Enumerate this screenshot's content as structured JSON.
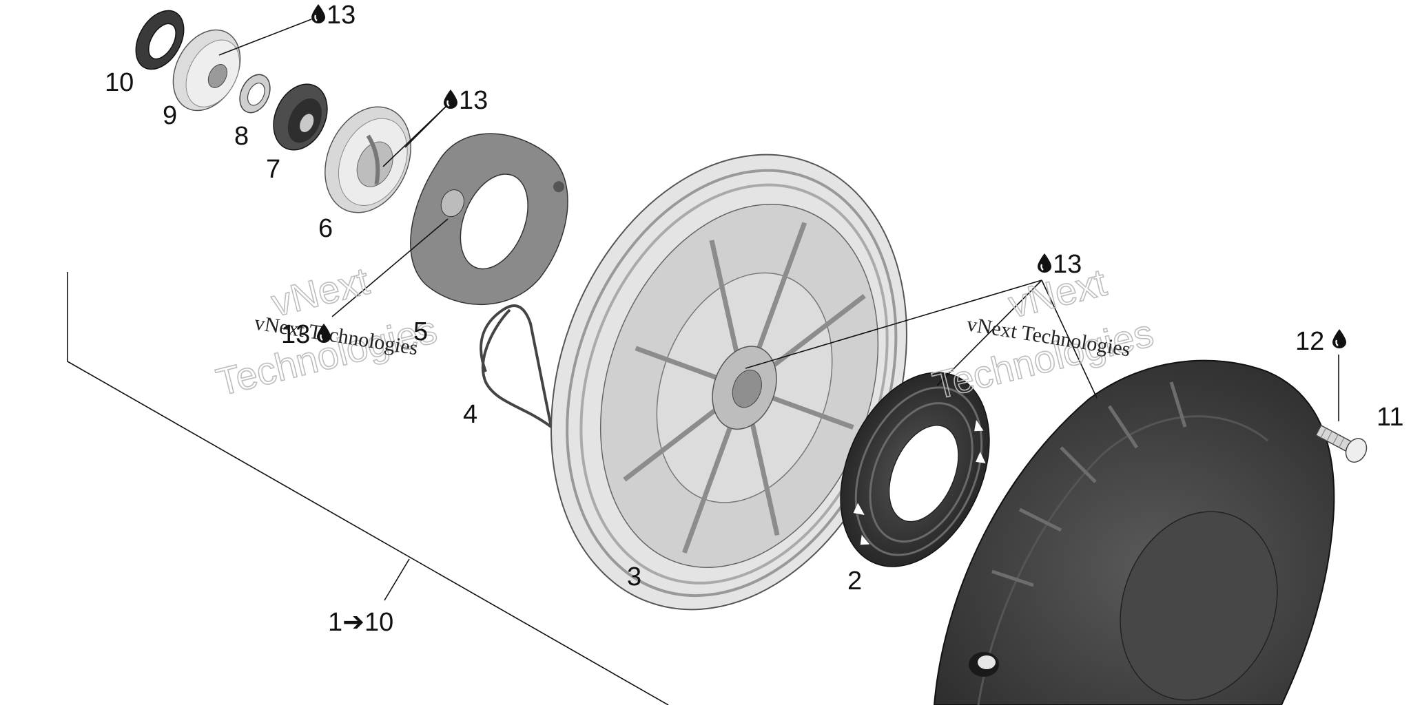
{
  "callouts": {
    "part_1_10": "1➔10",
    "part_2": "2",
    "part_3": "3",
    "part_4": "4",
    "part_5": "5",
    "part_6": "6",
    "part_7": "7",
    "part_8": "8",
    "part_9": "9",
    "part_10": "10",
    "part_11": "11",
    "part_12": "12",
    "lube_13_a": "13",
    "lube_13_b": "13",
    "lube_13_c": "13",
    "lube_13_d": "13"
  },
  "watermark": {
    "brand": "vNext Technologies",
    "word1": "vNext",
    "word2": "Technologies"
  },
  "icons": {
    "lubricant": "oil-drop-icon"
  },
  "colors": {
    "line": "#111111",
    "part_light": "#d9d9d9",
    "part_mid": "#a8a8a8",
    "part_dark": "#4a4a4a",
    "cover": "#3d3d3d"
  }
}
